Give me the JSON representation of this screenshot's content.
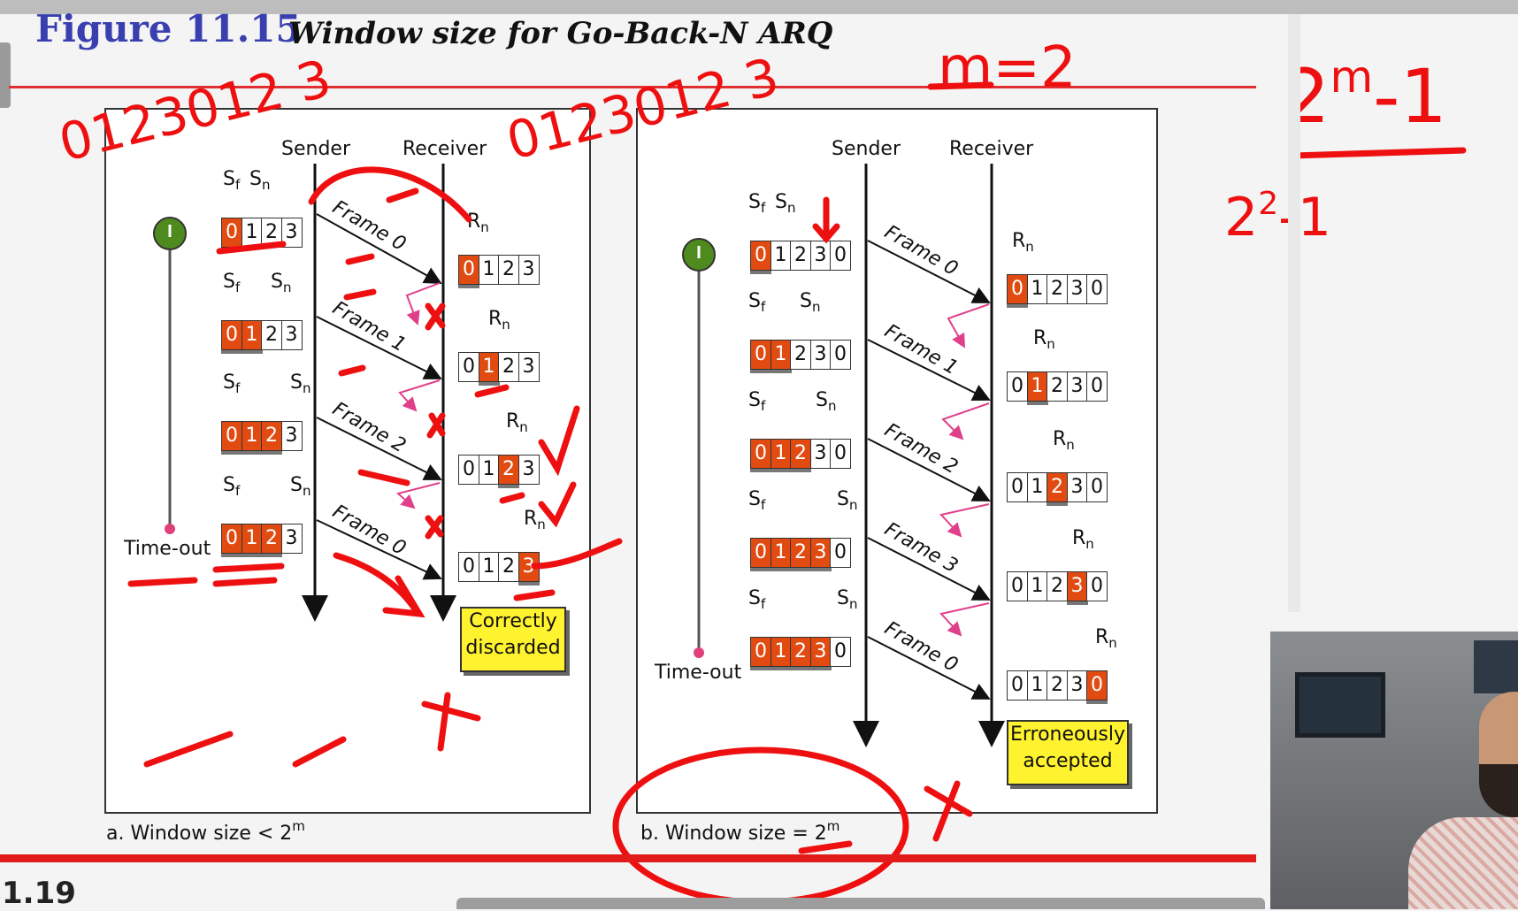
{
  "figure": {
    "number": "Figure 11.15",
    "title": "Window size for Go-Back-N ARQ",
    "page_number": "1.19"
  },
  "panel_a": {
    "sender": "Sender",
    "receiver": "Receiver",
    "timeout": "Time-out",
    "caption": "a. Window size < 2",
    "caption_sup": "m",
    "frames": [
      "Frame 0",
      "Frame 1",
      "Frame 2",
      "Frame 0"
    ],
    "sender_windows": [
      {
        "cells": [
          "0",
          "1",
          "2",
          "3"
        ],
        "filled": 1
      },
      {
        "cells": [
          "0",
          "1",
          "2",
          "3"
        ],
        "filled": 2
      },
      {
        "cells": [
          "0",
          "1",
          "2",
          "3"
        ],
        "filled": 3
      },
      {
        "cells": [
          "0",
          "1",
          "2",
          "3"
        ],
        "filled": 3
      }
    ],
    "receiver_windows": [
      {
        "cells": [
          "0",
          "1",
          "2",
          "3"
        ],
        "active": 0
      },
      {
        "cells": [
          "0",
          "1",
          "2",
          "3"
        ],
        "active": 1
      },
      {
        "cells": [
          "0",
          "1",
          "2",
          "3"
        ],
        "active": 2
      },
      {
        "cells": [
          "0",
          "1",
          "2",
          "3"
        ],
        "active": 3
      }
    ],
    "note": [
      "Correctly",
      "discarded"
    ]
  },
  "panel_b": {
    "sender": "Sender",
    "receiver": "Receiver",
    "timeout": "Time-out",
    "caption": "b. Window size = 2",
    "caption_sup": "m",
    "frames": [
      "Frame 0",
      "Frame 1",
      "Frame 2",
      "Frame 3",
      "Frame 0"
    ],
    "sender_windows": [
      {
        "cells": [
          "0",
          "1",
          "2",
          "3",
          "0"
        ],
        "filled": 1
      },
      {
        "cells": [
          "0",
          "1",
          "2",
          "3",
          "0"
        ],
        "filled": 2
      },
      {
        "cells": [
          "0",
          "1",
          "2",
          "3",
          "0"
        ],
        "filled": 3
      },
      {
        "cells": [
          "0",
          "1",
          "2",
          "3",
          "0"
        ],
        "filled": 4
      },
      {
        "cells": [
          "0",
          "1",
          "2",
          "3",
          "0"
        ],
        "filled": 4
      }
    ],
    "receiver_windows": [
      {
        "cells": [
          "0",
          "1",
          "2",
          "3",
          "0"
        ],
        "active": 0
      },
      {
        "cells": [
          "0",
          "1",
          "2",
          "3",
          "0"
        ],
        "active": 1
      },
      {
        "cells": [
          "0",
          "1",
          "2",
          "3",
          "0"
        ],
        "active": 2
      },
      {
        "cells": [
          "0",
          "1",
          "2",
          "3",
          "0"
        ],
        "active": 3
      },
      {
        "cells": [
          "0",
          "1",
          "2",
          "3",
          "0"
        ],
        "active": 4
      }
    ],
    "note": [
      "Erroneously",
      "accepted"
    ]
  },
  "labels": {
    "sf": "S",
    "sf_sub": "f",
    "sn": "S",
    "sn_sub": "n",
    "rn": "R",
    "rn_sub": "n"
  },
  "annotations": {
    "seq_a": "0123012 3",
    "seq_b": "0123012 3",
    "m_eq": "m=2",
    "formula_top": "2",
    "formula_top_sup": "m",
    "formula_top_rest": "-1",
    "formula_bottom": "2",
    "formula_bottom_sup": "2",
    "formula_bottom_rest": "-1"
  },
  "colors": {
    "accent_red": "#e21b1b",
    "frame_orange": "#e14b12",
    "note_yellow": "#fff22e",
    "title_blue": "#3a3fb0",
    "ink": "#ee1010"
  }
}
